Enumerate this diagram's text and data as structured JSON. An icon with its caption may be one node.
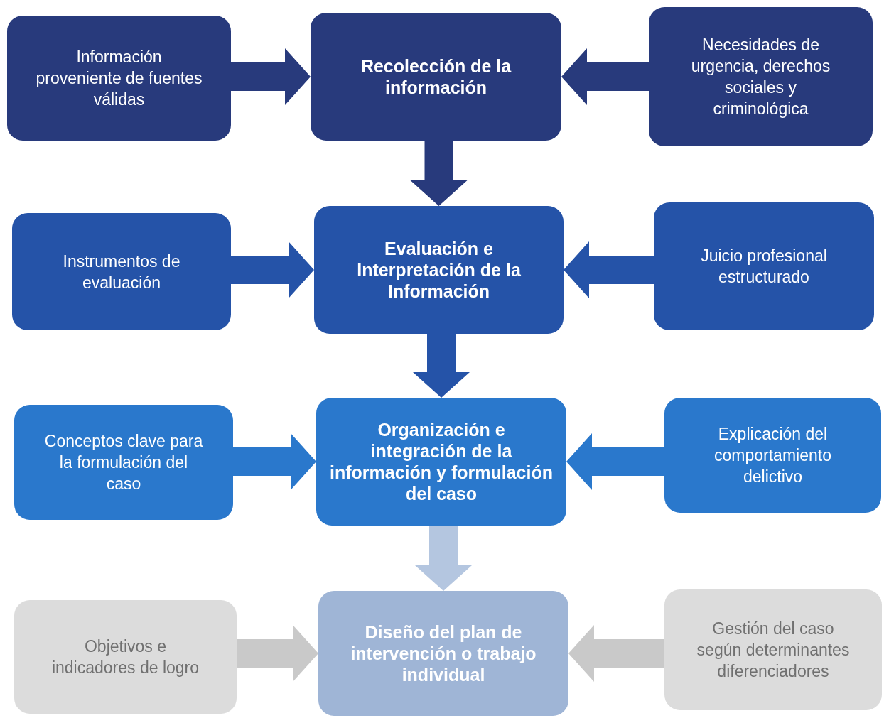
{
  "diagram": {
    "nodes": [
      {
        "text": [
          "Información proveniente de fuentes válidas"
        ]
      },
      {
        "text": [
          "Recolección de la información"
        ]
      },
      {
        "text": [
          "Necesidades de urgencia, derechos sociales y criminológica"
        ]
      },
      {
        "text": [
          "Instrumentos de evaluación"
        ]
      },
      {
        "text": [
          "Evaluación e Interpretación de la Información"
        ]
      },
      {
        "text": [
          "Juicio profesional estructurado"
        ]
      },
      {
        "text": [
          "Conceptos clave para la formulación del caso"
        ]
      },
      {
        "text": [
          "Organización e integración de la información y formulación del caso"
        ]
      },
      {
        "text": [
          "Explicación del comportamiento delictivo"
        ]
      },
      {
        "text": [
          "Objetivos e indicadores de logro"
        ]
      },
      {
        "text": [
          "Diseño del plan de intervención o trabajo individual"
        ]
      },
      {
        "text": [
          "Gestión del caso según determinantes diferenciadores"
        ]
      }
    ],
    "edges": [
      {
        "from": 0,
        "to": 1,
        "arrow": "to",
        "style": "thick",
        "color": "#283a7c"
      },
      {
        "from": 2,
        "to": 1,
        "arrow": "to",
        "style": "thick",
        "color": "#283a7c"
      },
      {
        "from": 1,
        "to": 4,
        "arrow": "to",
        "style": "thick",
        "color": "#283a7c"
      },
      {
        "from": 3,
        "to": 4,
        "arrow": "to",
        "style": "thick",
        "color": "#2553a8"
      },
      {
        "from": 5,
        "to": 4,
        "arrow": "to",
        "style": "thick",
        "color": "#2553a8"
      },
      {
        "from": 4,
        "to": 7,
        "arrow": "to",
        "style": "thick",
        "color": "#2553a8"
      },
      {
        "from": 6,
        "to": 7,
        "arrow": "to",
        "style": "thick",
        "color": "#2a78cc"
      },
      {
        "from": 8,
        "to": 7,
        "arrow": "to",
        "style": "thick",
        "color": "#2a78cc"
      },
      {
        "from": 7,
        "to": 10,
        "arrow": "to",
        "style": "thick",
        "color": "#b4c6e0"
      },
      {
        "from": 9,
        "to": 10,
        "arrow": "to",
        "style": "thick",
        "color": "#c9c9c9"
      },
      {
        "from": 11,
        "to": 10,
        "arrow": "to",
        "style": "thick",
        "color": "#c9c9c9"
      }
    ]
  }
}
